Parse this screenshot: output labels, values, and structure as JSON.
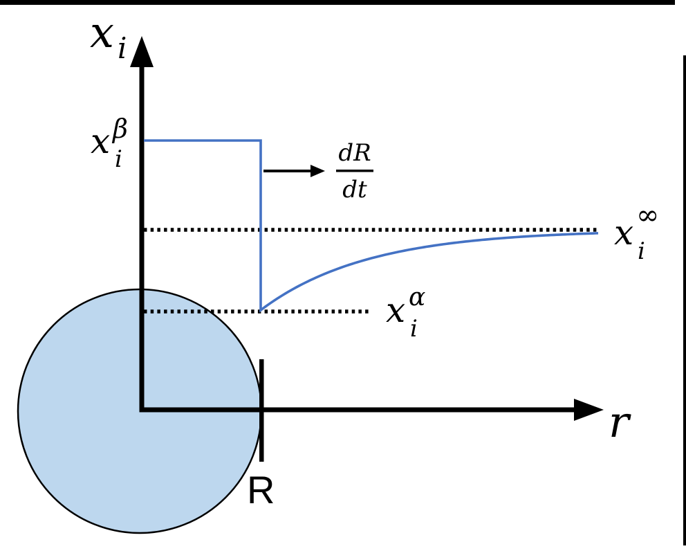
{
  "diagram": {
    "y_axis": {
      "base": "x",
      "sub": "i"
    },
    "x_axis": {
      "label": "r"
    },
    "beta_level": {
      "base": "x",
      "sub": "i",
      "sup": "β"
    },
    "alpha_level": {
      "base": "x",
      "sub": "i",
      "sup": "α"
    },
    "far_field": {
      "base": "x",
      "sub": "i",
      "sup": "∞"
    },
    "growth_rate": {
      "numerator": "dR",
      "denominator": "dt"
    },
    "interface_radius": {
      "label": "R"
    },
    "colors": {
      "profile": "#4472C4",
      "particle_fill": "#BDD7EE",
      "particle_stroke": "#000000",
      "ink": "#000000"
    }
  }
}
